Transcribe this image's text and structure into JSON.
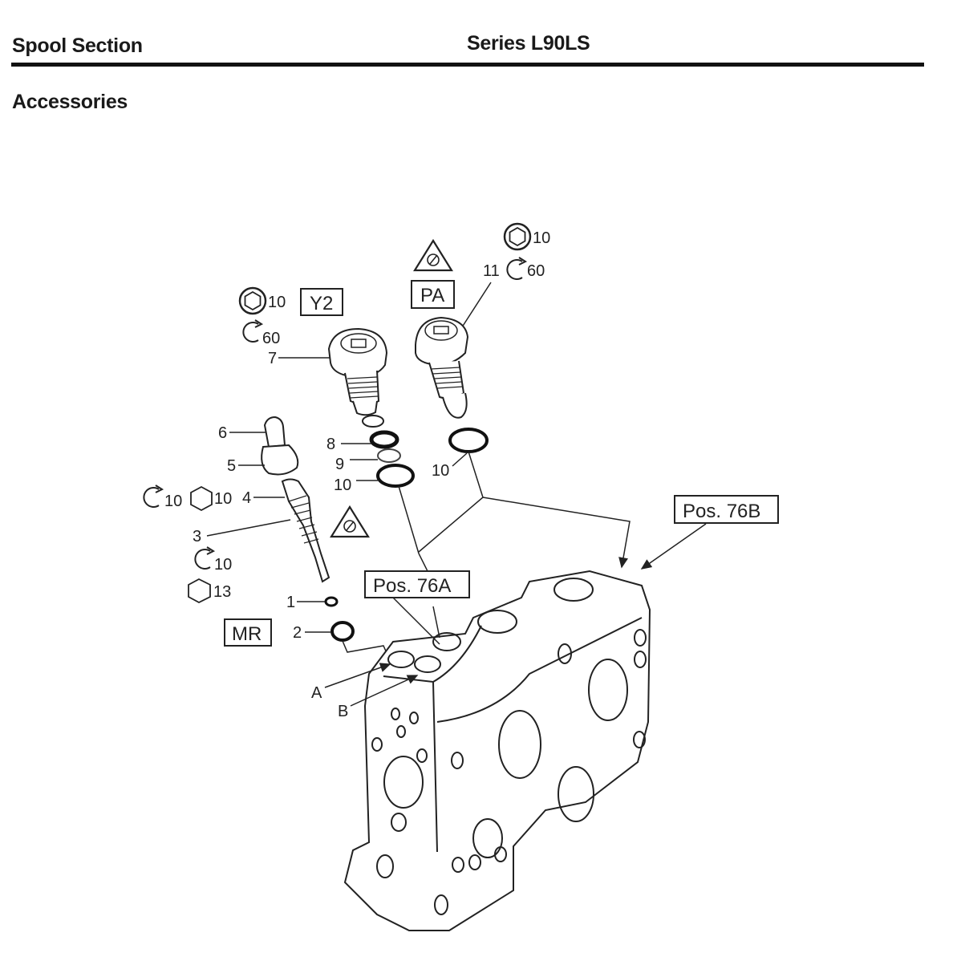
{
  "header": {
    "section_title": "Spool Section",
    "series_title": "Series L90LS"
  },
  "subheading": "Accessories",
  "diagram": {
    "boxed_labels": {
      "y2": "Y2",
      "pa": "PA",
      "mr": "MR",
      "pos_76a": "Pos. 76A",
      "pos_76b": "Pos. 76B"
    },
    "part_numbers": {
      "p1": "1",
      "p2": "2",
      "p3": "3",
      "p4": "4",
      "p5": "5",
      "p6": "6",
      "p7": "7",
      "p8": "8",
      "p9": "9",
      "p10a": "10",
      "p10b": "10",
      "p11": "11"
    },
    "port_labels": {
      "a": "A",
      "b": "B"
    },
    "specs": {
      "y2_hex_socket": "10",
      "y2_torque": "60",
      "pa_hex_socket": "10",
      "pa_torque": "60",
      "spool_torque_top": "10",
      "spool_hex_top": "10",
      "spool_torque_bottom": "10",
      "spool_hex_bottom": "13"
    },
    "icons": {
      "hex_socket": "hex-socket-icon",
      "torque": "torque-arrow-icon",
      "hex_wrench": "hex-wrench-icon",
      "warning_gauge": "warning-gauge-icon"
    }
  }
}
